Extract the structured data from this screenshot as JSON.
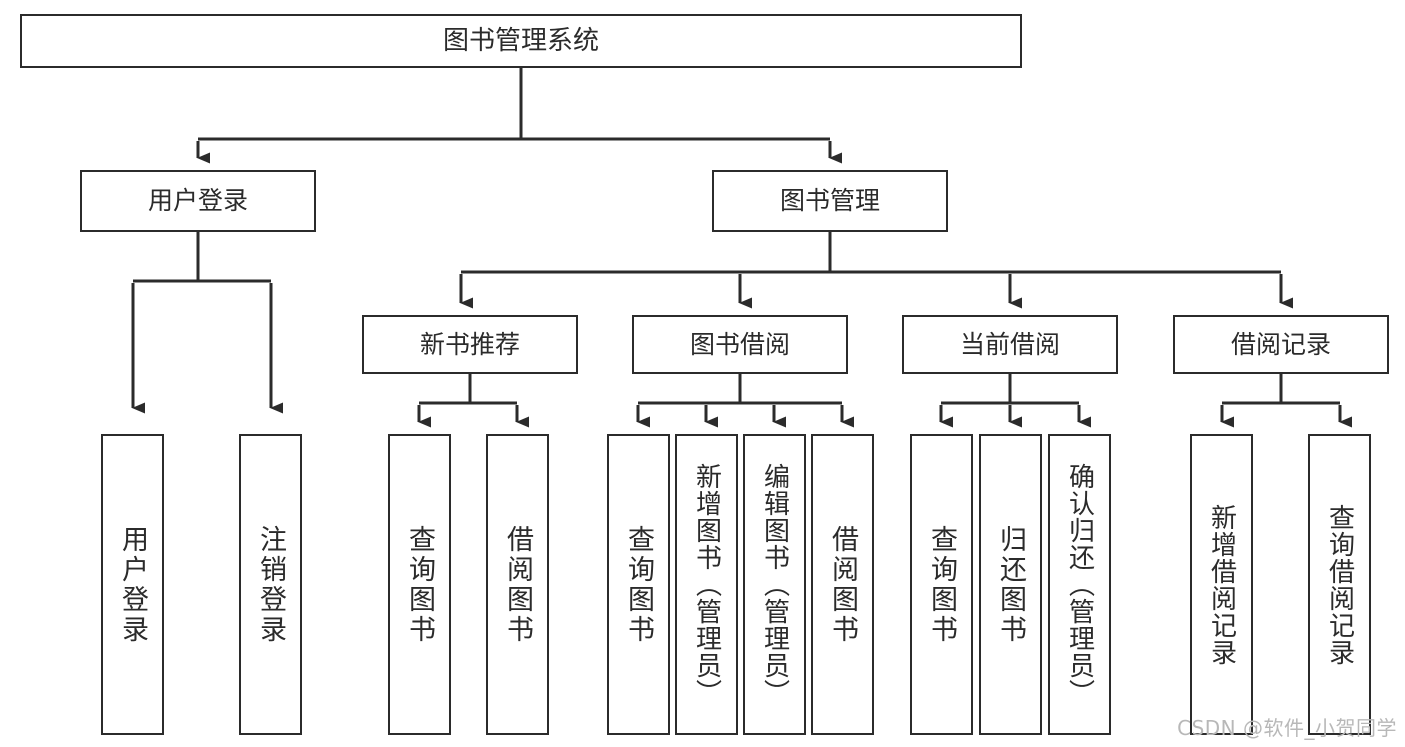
{
  "diagram": {
    "title": "图书管理系统",
    "type": "tree-hierarchy",
    "watermark": "CSDN @软件_小贺同学",
    "colors": {
      "box_border": "#2b2b2b",
      "box_fill": "#ffffff",
      "edge": "#2b2b2b",
      "text": "#2b2b2b",
      "watermark": "#b8b8b8",
      "background": "#ffffff"
    },
    "nodes": {
      "root": {
        "label": "图书管理系统"
      },
      "level2": [
        {
          "id": "user-login",
          "label": "用户登录"
        },
        {
          "id": "book-management",
          "label": "图书管理"
        }
      ],
      "level3": [
        {
          "id": "new-book-recommend",
          "label": "新书推荐"
        },
        {
          "id": "book-borrow",
          "label": "图书借阅"
        },
        {
          "id": "current-borrow",
          "label": "当前借阅"
        },
        {
          "id": "borrow-record",
          "label": "借阅记录"
        }
      ],
      "leaves": {
        "user-login": [
          {
            "id": "leaf-user-login",
            "label": "用户登录"
          },
          {
            "id": "leaf-logout-login",
            "label": "注销登录"
          }
        ],
        "new-book-recommend": [
          {
            "id": "leaf-query-book-1",
            "label": "查询图书"
          },
          {
            "id": "leaf-borrow-book-1",
            "label": "借阅图书"
          }
        ],
        "book-borrow": [
          {
            "id": "leaf-query-book-2",
            "label": "查询图书"
          },
          {
            "id": "leaf-add-book-admin",
            "label": "新增图书（管理员）"
          },
          {
            "id": "leaf-edit-book-admin",
            "label": "编辑图书（管理员）"
          },
          {
            "id": "leaf-borrow-book-2",
            "label": "借阅图书"
          }
        ],
        "current-borrow": [
          {
            "id": "leaf-query-book-3",
            "label": "查询图书"
          },
          {
            "id": "leaf-return-book",
            "label": "归还图书"
          },
          {
            "id": "leaf-confirm-return-admin",
            "label": "确认归还（管理员）"
          }
        ],
        "borrow-record": [
          {
            "id": "leaf-add-borrow-record",
            "label": "新增借阅记录"
          },
          {
            "id": "leaf-query-borrow-record",
            "label": "查询借阅记录"
          }
        ]
      }
    }
  }
}
